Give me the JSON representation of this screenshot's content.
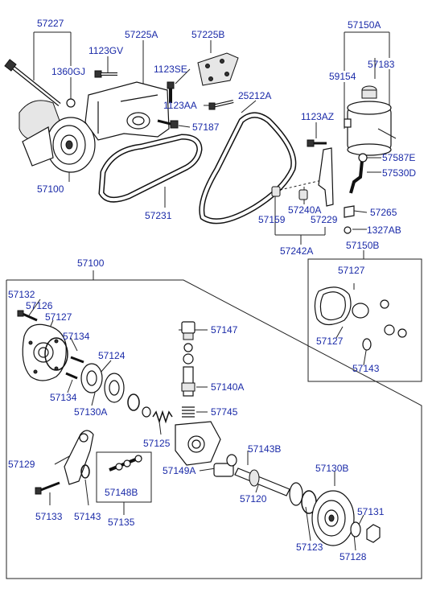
{
  "labels": [
    "57227",
    "57225A",
    "57225B",
    "57150A",
    "1123GV",
    "1360GJ",
    "1123SE",
    "57183",
    "59154",
    "1123AA",
    "57187",
    "25212A",
    "1123AZ",
    "57100",
    "57587E",
    "57530D",
    "57231",
    "57240A",
    "57265",
    "57159",
    "57229",
    "1327AB",
    "57242A",
    "57150B",
    "57100",
    "57127",
    "57132",
    "57126",
    "57127",
    "57134",
    "57147",
    "57127",
    "57124",
    "57143",
    "57140A",
    "57134",
    "57130A",
    "57745",
    "57125",
    "57143B",
    "57130B",
    "57129",
    "57149A",
    "57148B",
    "57131",
    "57120",
    "57133",
    "57143",
    "57123",
    "57135",
    "57128"
  ],
  "colors": {
    "label": "#1a2aa8",
    "line": "#222222",
    "background": "#ffffff"
  }
}
